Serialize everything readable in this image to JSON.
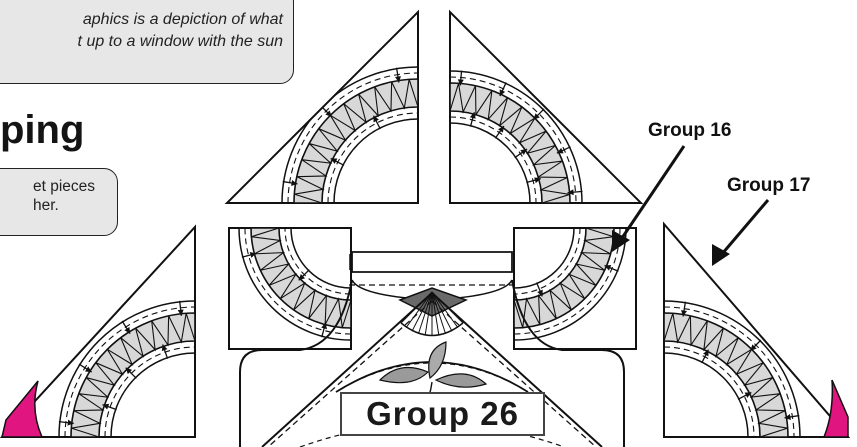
{
  "callout_top": {
    "lines": [
      "aphics is a depiction of what",
      "t up to a window with the sun"
    ]
  },
  "heading": "ping",
  "callout_small": {
    "lines": [
      "et pieces",
      "her."
    ]
  },
  "labels": {
    "group_16": "Group 16",
    "group_17": "Group 17",
    "group_26": "Group 26"
  },
  "colors": {
    "outline": "#111111",
    "segment_fill": "#d8d8d8",
    "panel_fill": "#e7e7e7",
    "corner_accent": "#e0157f",
    "dark_wedge": "#6a6a6a"
  }
}
